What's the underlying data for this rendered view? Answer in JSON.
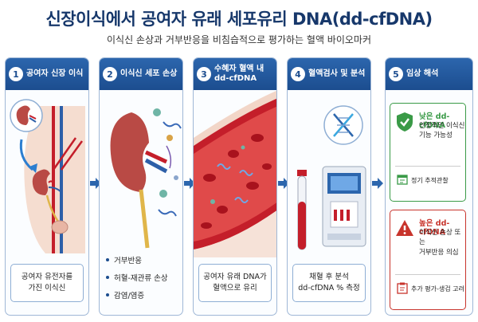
{
  "header": {
    "title": "신장이식에서 공여자 유래 세포유리 DNA(dd-cfDNA)",
    "subtitle": "이식신 손상과 거부반응을 비침습적으로 평가하는 혈액 바이오마커"
  },
  "steps": [
    {
      "num": "1",
      "title": "공여자 신장 이식",
      "caption": "공여자 유전자를\n가진 이식신"
    },
    {
      "num": "2",
      "title": "이식신 세포 손상",
      "bullets": [
        "거부반응",
        "허혈-재관류 손상",
        "감염/염증"
      ]
    },
    {
      "num": "3",
      "title": "수혜자 혈액 내\ndd-cfDNA",
      "caption": "공여자 유래 DNA가\n혈액으로 유리"
    },
    {
      "num": "4",
      "title": "혈액검사 및 분석",
      "caption": "채혈 후 분석\ndd-cfDNA % 측정"
    },
    {
      "num": "5",
      "title": "임상 해석",
      "low": {
        "title": "낮은 dd-cfDNA",
        "text": "안정적인 이식신\n기능 가능성",
        "sub": "정기 추적관찰"
      },
      "high": {
        "title": "높은 dd-cfDNA",
        "text": "이식신 손상 또는\n거부반응 의심",
        "sub": "추가 평가-생검 고려"
      }
    }
  ],
  "colors": {
    "navy": "#1c4d8f",
    "green": "#3a9a47",
    "red": "#c8342c",
    "kidney": "#b94a45",
    "blood": "#c41e2a"
  },
  "icons": [
    "kidney-icon",
    "dna-icon",
    "blood-tube-icon",
    "analyzer-icon",
    "check-shield-icon",
    "warning-icon",
    "calendar-icon",
    "clipboard-icon",
    "right-arrow-icon"
  ]
}
